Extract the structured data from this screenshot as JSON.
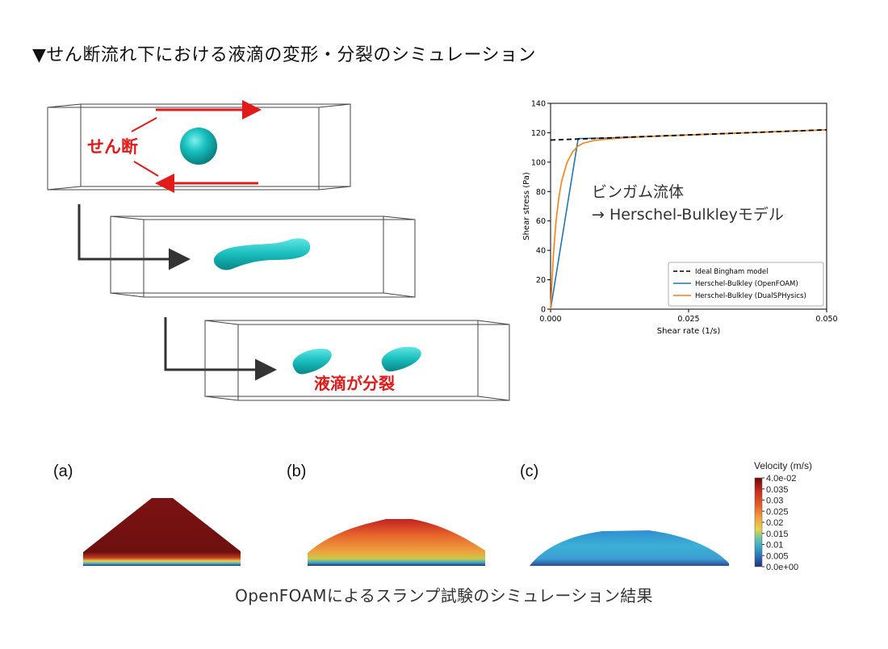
{
  "page": {
    "title": "▼せん断流れ下における液滴の変形・分裂のシミュレーション"
  },
  "drop_diagram": {
    "shear_label": "せん断",
    "split_label": "液滴が分裂",
    "colors": {
      "droplet": "#12bcbc",
      "arrow": "#e31a1a",
      "annotation": "#e31a1a",
      "box": "#444444"
    }
  },
  "chart_note": {
    "line1": "ビンガム流体",
    "line2": "→ Herschel-Bulkleyモデル"
  },
  "chart_data": {
    "type": "line",
    "title": "",
    "xlabel": "Shear rate (1/s)",
    "ylabel": "Shear stress (Pa)",
    "xlim": [
      0,
      0.05
    ],
    "ylim": [
      0,
      140
    ],
    "xticks": [
      "0.000",
      "0.025",
      "0.050"
    ],
    "yticks": [
      "0",
      "20",
      "40",
      "60",
      "80",
      "100",
      "120",
      "140"
    ],
    "legend_position": "bottom-right",
    "grid": false,
    "series": [
      {
        "name": "Ideal Bingham model",
        "color": "#000000",
        "dash": true,
        "x": [
          0,
          0.05
        ],
        "y": [
          115,
          122
        ]
      },
      {
        "name": "Herschel-Bulkley (OpenFOAM)",
        "color": "#1f77b4",
        "dash": false,
        "x": [
          0,
          0.005,
          0.01,
          0.02,
          0.03,
          0.04,
          0.05
        ],
        "y": [
          0,
          116,
          116.4,
          117.8,
          119.2,
          120.6,
          122
        ]
      },
      {
        "name": "Herschel-Bulkley (DualSPHysics)",
        "color": "#ff7f0e",
        "dash": false,
        "x": [
          0,
          0.0005,
          0.001,
          0.0015,
          0.002,
          0.003,
          0.004,
          0.005,
          0.006,
          0.008,
          0.01,
          0.015,
          0.02,
          0.03,
          0.04,
          0.05
        ],
        "y": [
          0,
          36,
          60,
          76,
          87,
          100,
          107,
          111,
          113,
          114.8,
          115.6,
          116.9,
          117.8,
          119.2,
          120.6,
          122
        ]
      }
    ]
  },
  "slump": {
    "panels": [
      "(a)",
      "(b)",
      "(c)"
    ],
    "colorbar": {
      "title": "Velocity (m/s)",
      "labels": [
        "4.0e-02",
        "0.035",
        "0.03",
        "0.025",
        "0.02",
        "0.015",
        "0.01",
        "0.005",
        "0.0e+00"
      ],
      "colors": [
        "#6b0a0a",
        "#c22a1d",
        "#e45b2b",
        "#f0a040",
        "#e6d44a",
        "#6cc4a8",
        "#3aa7c9",
        "#2c67b0",
        "#27307a"
      ]
    },
    "caption": "OpenFOAMによるスランプ試験のシミュレーション結果"
  }
}
